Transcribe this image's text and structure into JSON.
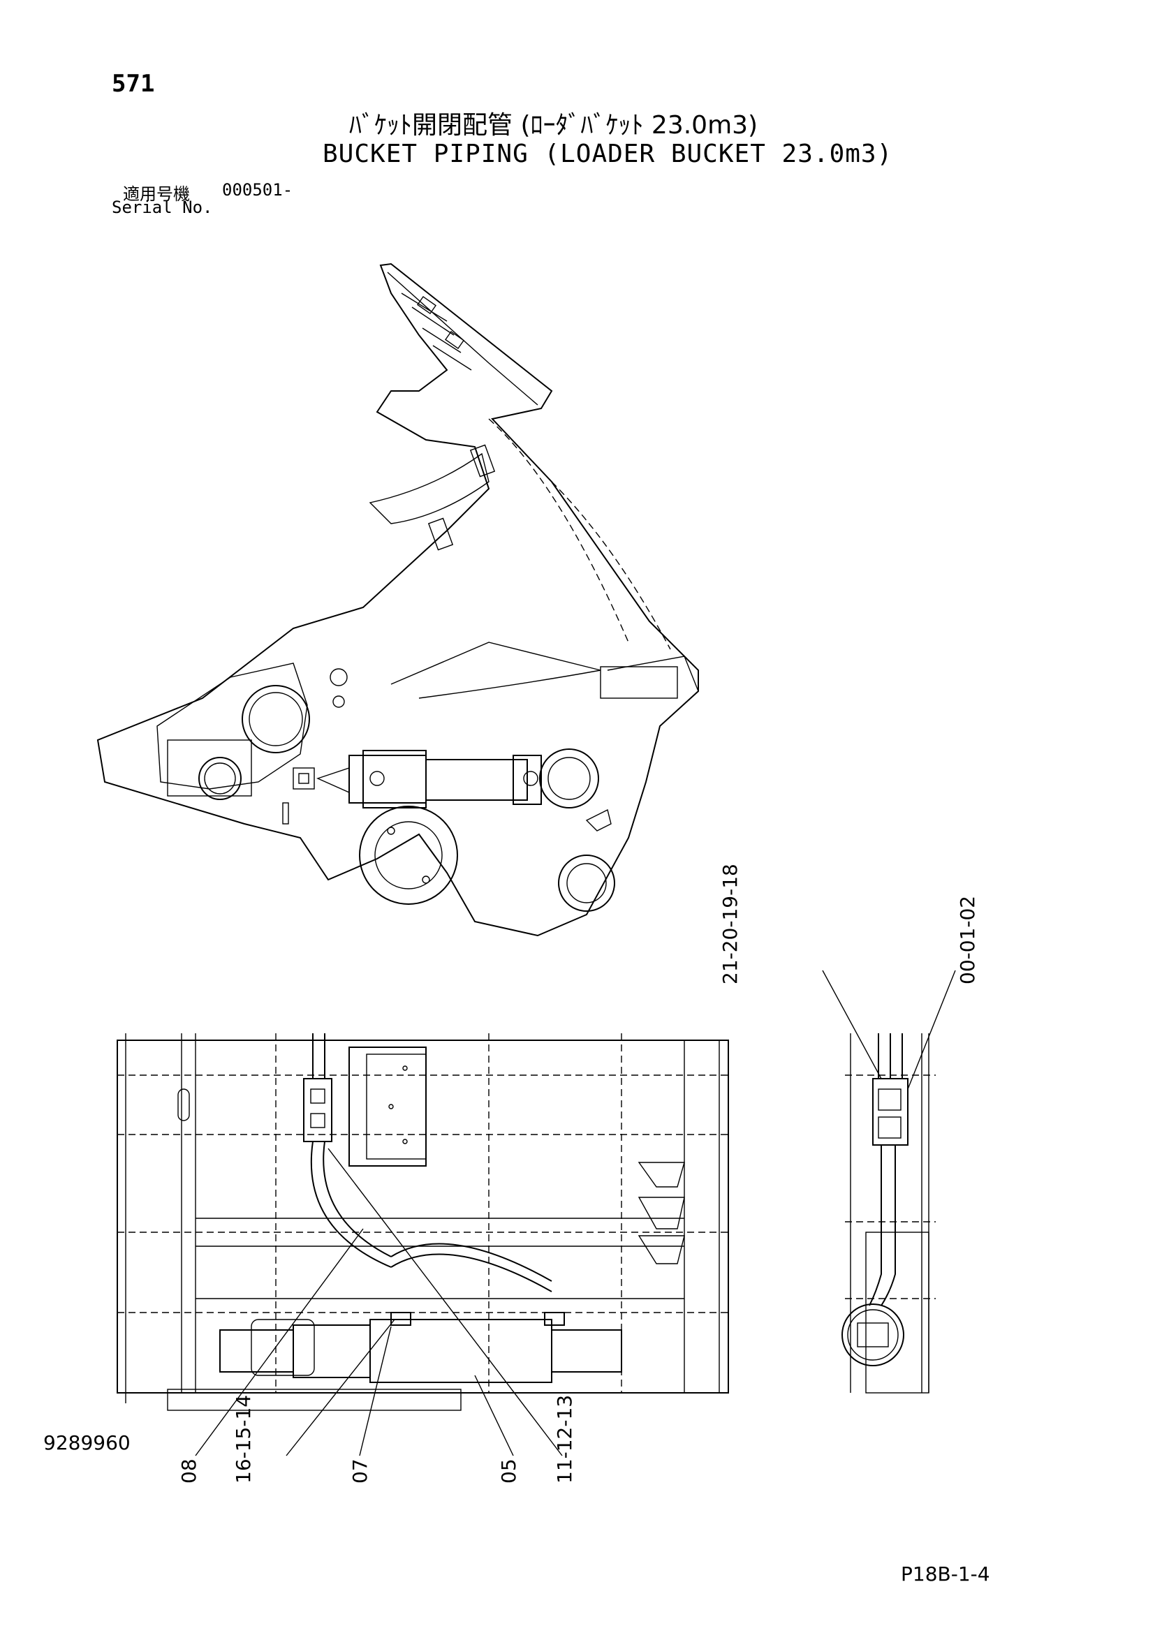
{
  "header": {
    "page_number": "571",
    "title_jp": "ﾊﾞｹｯﾄ開閉配管 (ﾛｰﾀﾞﾊﾞｹｯﾄ 23.0m3)",
    "title_en": "BUCKET PIPING (LOADER BUCKET 23.0m3)",
    "serial_label_jp": "適用号機",
    "serial_value": "000501-",
    "serial_label_en": "Serial No."
  },
  "footer": {
    "document_number": "9289960",
    "page_reference": "P18B-1-4"
  },
  "callouts": {
    "top_right_left": "21-20-19-18",
    "top_right_right": "00-01-02",
    "bottom_1": "08",
    "bottom_2": "16-15-14",
    "bottom_3": "07",
    "bottom_4": "05",
    "bottom_5": "11-12-13"
  }
}
